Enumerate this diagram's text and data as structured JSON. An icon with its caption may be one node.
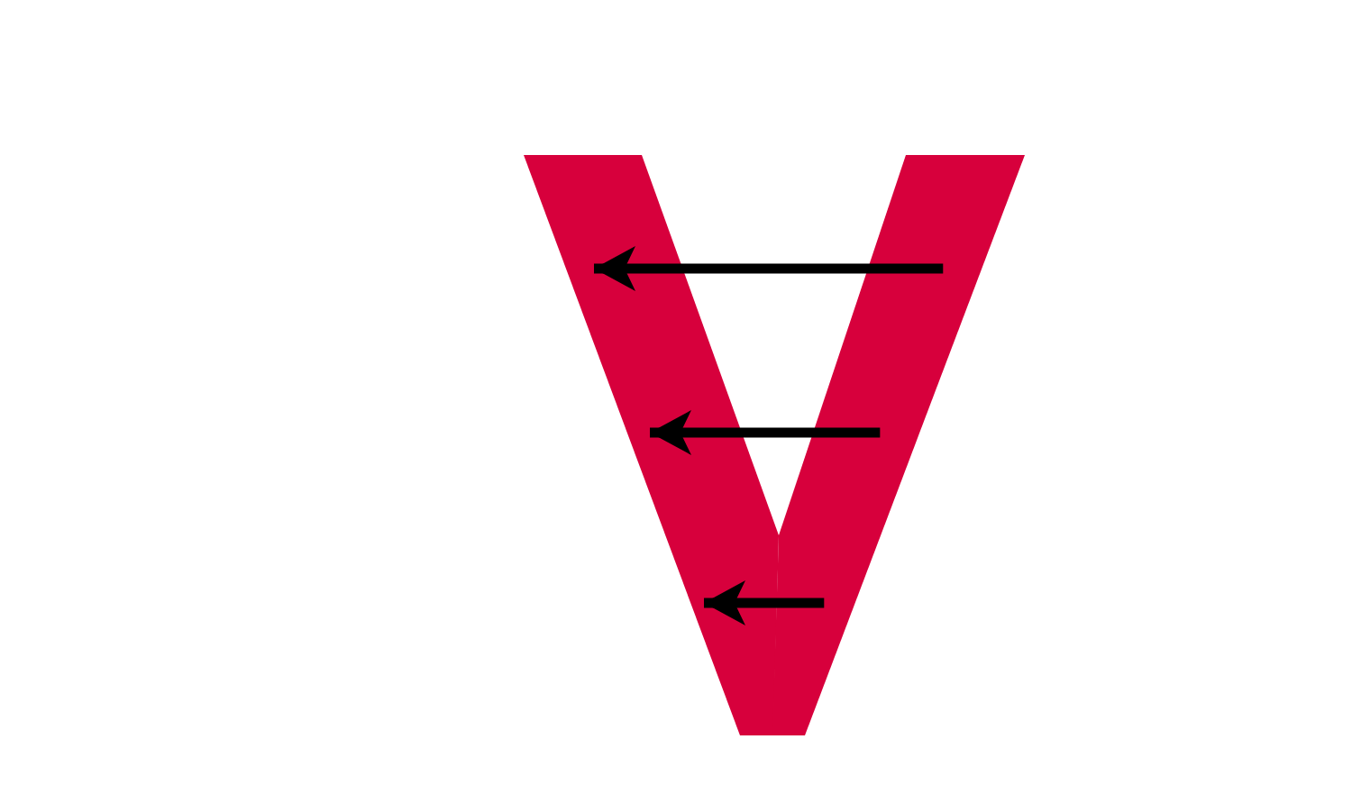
{
  "diagram": {
    "nodes": [
      {
        "text": [],
        "shape": "bar"
      },
      {
        "text": [],
        "shape": "bar"
      }
    ],
    "edges": [
      {
        "from": 1,
        "to": 0,
        "arrow": "to"
      },
      {
        "from": 1,
        "to": 0,
        "arrow": "to"
      },
      {
        "from": 1,
        "to": 0,
        "arrow": "to"
      }
    ]
  }
}
